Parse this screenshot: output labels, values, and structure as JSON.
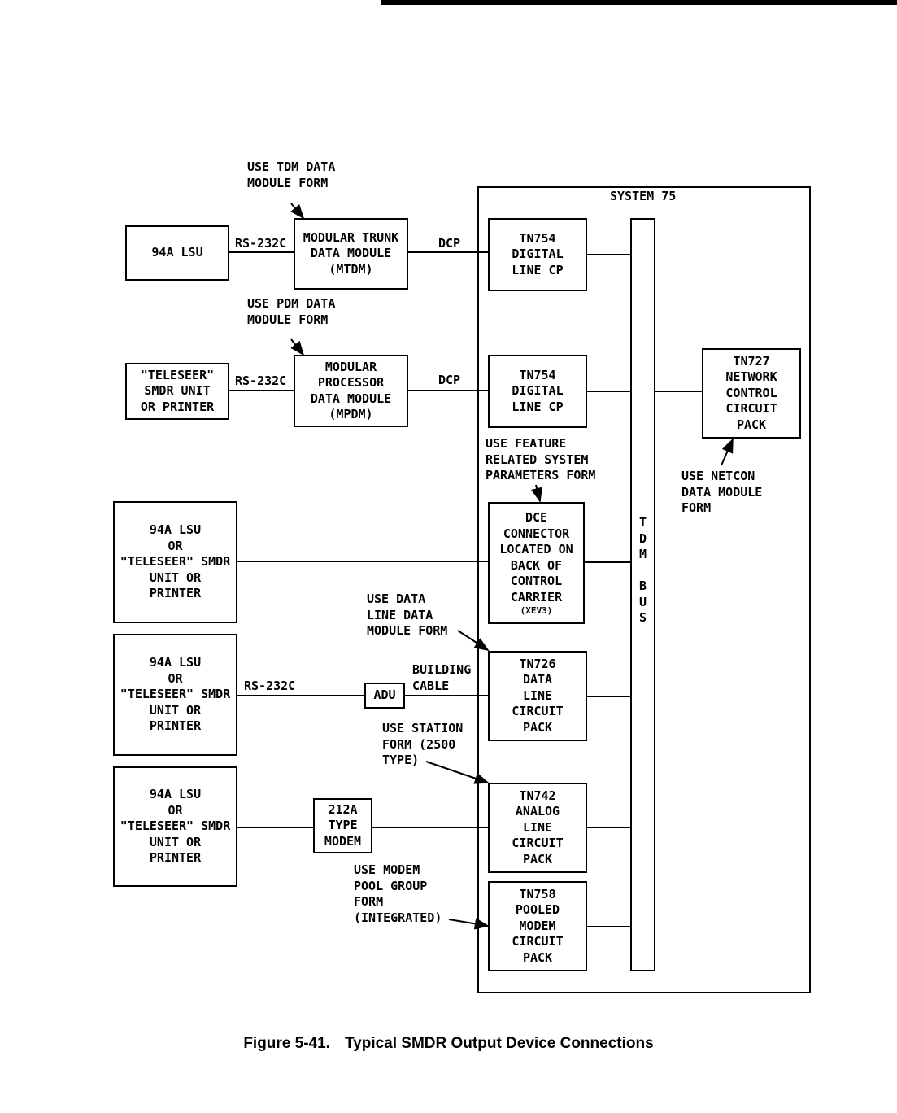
{
  "system": {
    "title": "SYSTEM 75"
  },
  "bus": {
    "label": "T\nD\nM\n \nB\nU\nS"
  },
  "external": {
    "lsu_1": "94A LSU",
    "teleseer": "\"TELESEER\"\nSMDR UNIT\nOR PRINTER",
    "device_3": "94A LSU\nOR\n\"TELESEER\" SMDR\nUNIT OR\nPRINTER",
    "device_4": "94A LSU\nOR\n\"TELESEER\" SMDR\nUNIT OR\nPRINTER",
    "device_5": "94A LSU\nOR\n\"TELESEER\" SMDR\nUNIT OR\nPRINTER"
  },
  "modules": {
    "mtdm": "MODULAR TRUNK\nDATA MODULE\n(MTDM)",
    "mpdm": "MODULAR\nPROCESSOR\nDATA MODULE\n(MPDM)",
    "adu": "ADU",
    "modem": "212A\nTYPE\nMODEM"
  },
  "circuit_packs": {
    "tn754_1": "TN754\nDIGITAL\nLINE CP",
    "tn754_2": "TN754\nDIGITAL\nLINE CP",
    "dce": "DCE\nCONNECTOR\nLOCATED ON\nBACK OF\nCONTROL\nCARRIER",
    "dce_note": "(XEV3)",
    "tn726": "TN726\nDATA\nLINE\nCIRCUIT\nPACK",
    "tn742": "TN742\nANALOG\nLINE\nCIRCUIT\nPACK",
    "tn758": "TN758\nPOOLED\nMODEM\nCIRCUIT\nPACK",
    "tn727": "TN727\nNETWORK\nCONTROL\nCIRCUIT\nPACK"
  },
  "connection_labels": {
    "rs232c_1": "RS-232C",
    "rs232c_2": "RS-232C",
    "rs232c_3": "RS-232C",
    "dcp_1": "DCP",
    "dcp_2": "DCP",
    "building_cable": "BUILDING\nCABLE"
  },
  "notes": {
    "tdm_form": "USE TDM DATA\nMODULE FORM",
    "pdm_form": "USE PDM DATA\nMODULE FORM",
    "feature_form": "USE FEATURE\nRELATED SYSTEM\nPARAMETERS FORM",
    "netcon_form": "USE NETCON\nDATA MODULE\nFORM",
    "data_line_form": "USE DATA\nLINE DATA\nMODULE FORM",
    "station_form": "USE STATION\nFORM (2500\nTYPE)",
    "modem_pool_form": "USE MODEM\nPOOL GROUP\nFORM\n(INTEGRATED)"
  },
  "caption": {
    "number": "Figure  5-41.",
    "title": "Typical SMDR Output Device Connections"
  }
}
